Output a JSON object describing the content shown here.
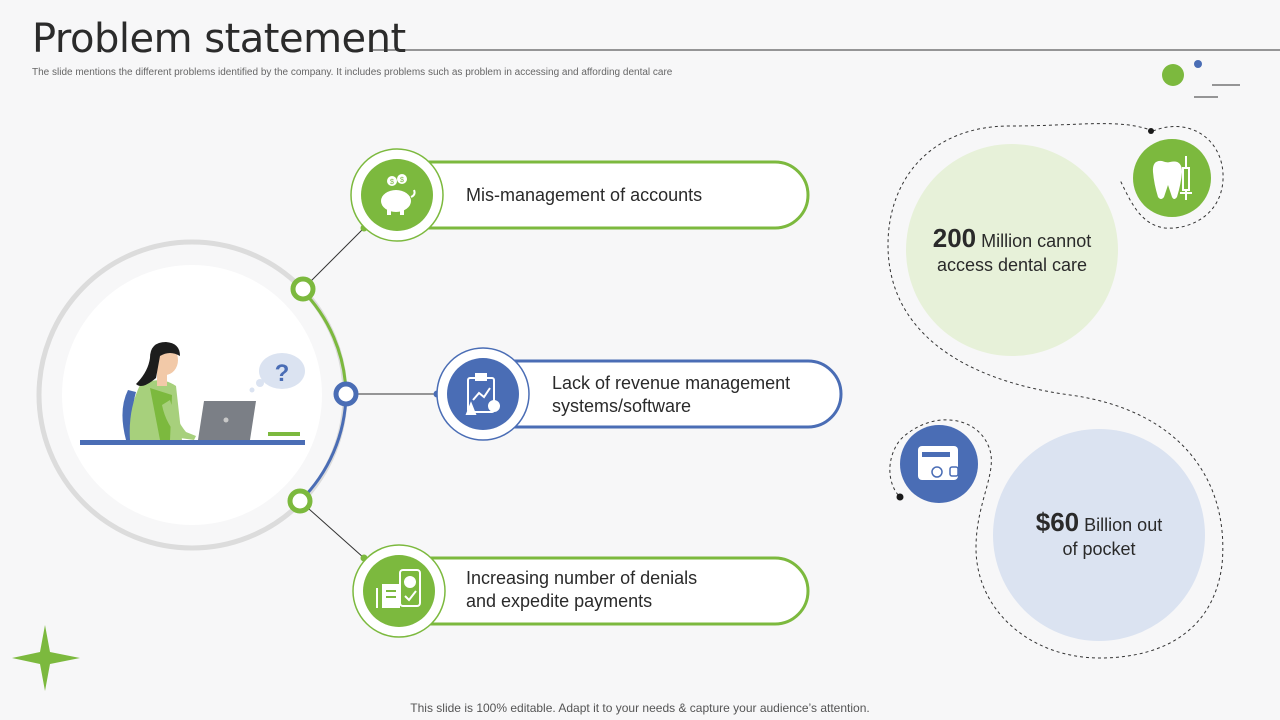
{
  "header": {
    "title": "Problem statement",
    "subtitle": "The slide mentions the different problems identified by the company. It includes problems such as problem in accessing and affording dental care"
  },
  "problems": [
    {
      "label": "Mis-management of accounts",
      "icon": "piggy-bank-icon",
      "accent": "#7cb93e"
    },
    {
      "label_line1": "Lack of revenue management",
      "label_line2": "systems/software",
      "icon": "chart-clipboard-icon",
      "accent": "#4a6db5"
    },
    {
      "label_line1": "Increasing number of denials",
      "label_line2": "and expedite payments",
      "icon": "mobile-payment-icon",
      "accent": "#7cb93e"
    }
  ],
  "stats": [
    {
      "value": "200",
      "text_line1": " Million cannot",
      "text_line2": "access dental care",
      "icon": "tooth-syringe-icon"
    },
    {
      "value": "$60",
      "text_line1": " Billion out",
      "text_line2": "of pocket",
      "icon": "wallet-icon"
    }
  ],
  "illustration": {
    "icon": "woman-at-laptop-icon",
    "bubble": "?"
  },
  "footer": {
    "text": "This slide is 100% editable. Adapt it to your needs & capture your audience’s attention."
  },
  "colors": {
    "green": "#7cb93e",
    "blue": "#4a6db5",
    "light_green": "#e7f1d9",
    "light_blue": "#dbe3f1"
  }
}
